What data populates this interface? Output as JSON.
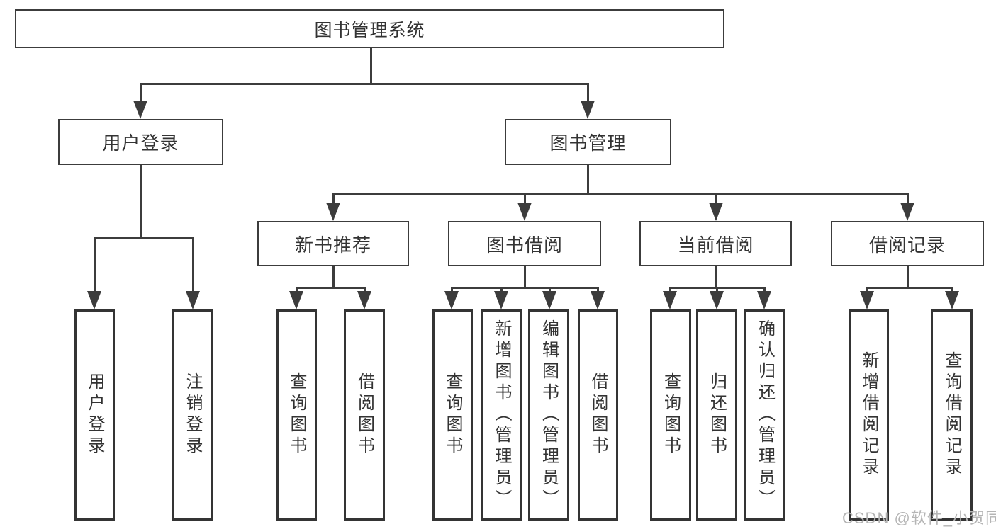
{
  "tree": {
    "root": "图书管理系统",
    "children": [
      {
        "label": "用户登录",
        "children": [
          "用户登录",
          "注销登录"
        ]
      },
      {
        "label": "图书管理",
        "children": [
          {
            "label": "新书推荐",
            "children": [
              "查询图书",
              "借阅图书"
            ]
          },
          {
            "label": "图书借阅",
            "children": [
              "查询图书",
              "新增图书（管理员）",
              "编辑图书（管理员）",
              "借阅图书"
            ]
          },
          {
            "label": "当前借阅",
            "children": [
              "查询图书",
              "归还图书",
              "确认归还（管理员）"
            ]
          },
          {
            "label": "借阅记录",
            "children": [
              "新增借阅记录",
              "查询借阅记录"
            ]
          }
        ]
      }
    ]
  },
  "watermark": {
    "text": "CSDN @软件_小贺同学"
  },
  "colors": {
    "line": "#3c3c3c",
    "box_border": "#343434",
    "text": "#333333",
    "watermark_text": "#b5b5b5",
    "background": "#ffffff"
  }
}
